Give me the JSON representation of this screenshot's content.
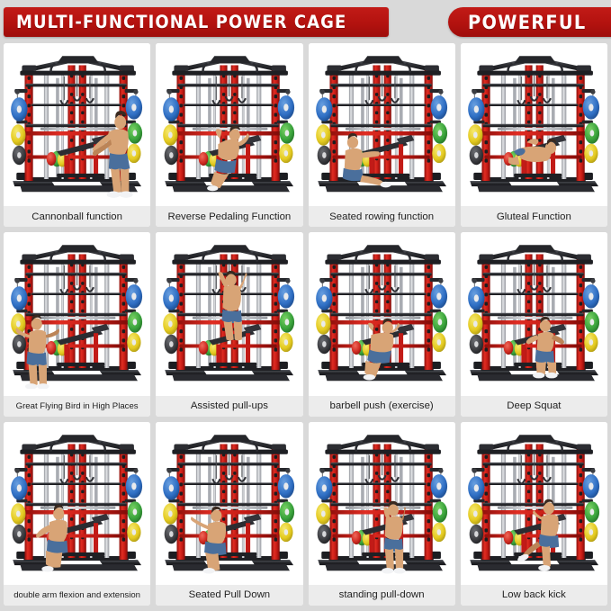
{
  "header": {
    "left_banner": "MULTI-FUNCTIONAL POWER CAGE",
    "right_banner": "POWERFUL",
    "accent_color": "#b3120f",
    "page_background": "#d9d9d9"
  },
  "palette": {
    "frame_red": "#d8241d",
    "frame_dark_red": "#a8130f",
    "frame_black": "#2f3034",
    "frame_gray": "#8d9096",
    "steel": "#b9bcc2",
    "plate_blue": "#2f6fc4",
    "plate_green": "#37a martial",
    "plate_green_hex": "#3aa33c",
    "plate_yellow": "#e8cf22",
    "plate_black": "#3a3a3c",
    "bench_black": "#303036",
    "skin": "#d9a477",
    "shorts_blue": "#4a6f9c",
    "caption_bg": "#ececec",
    "card_bg": "#ffffff"
  },
  "grid": {
    "columns": 4,
    "rows": 3,
    "cells": [
      {
        "id": "cell-1",
        "caption": "Cannonball function",
        "caption_size": "md",
        "pose": "standing-row",
        "plate_side": "left"
      },
      {
        "id": "cell-2",
        "caption": "Reverse Pedaling Function",
        "caption_size": "md",
        "pose": "bench-recline",
        "plate_side": "both"
      },
      {
        "id": "cell-3",
        "caption": "Seated rowing function",
        "caption_size": "md",
        "pose": "floor-seated",
        "plate_side": "right"
      },
      {
        "id": "cell-4",
        "caption": "Gluteal Function",
        "caption_size": "md",
        "pose": "lying-press",
        "plate_side": "center"
      },
      {
        "id": "cell-5",
        "caption": "Great Flying Bird in High Places",
        "caption_size": "sm",
        "pose": "cable-fly",
        "plate_side": "right"
      },
      {
        "id": "cell-6",
        "caption": "Assisted pull-ups",
        "caption_size": "md",
        "pose": "pull-up",
        "plate_side": "left"
      },
      {
        "id": "cell-7",
        "caption": "barbell push  (exercise)",
        "caption_size": "md",
        "pose": "bench-press",
        "plate_side": "right"
      },
      {
        "id": "cell-8",
        "caption": "Deep Squat",
        "caption_size": "md",
        "pose": "squat",
        "plate_side": "right"
      },
      {
        "id": "cell-9",
        "caption": "double arm flexion and extension",
        "caption_size": "sm",
        "pose": "seated-curl",
        "plate_side": "right"
      },
      {
        "id": "cell-10",
        "caption": "Seated Pull Down",
        "caption_size": "md",
        "pose": "seated-pulldown",
        "plate_side": "right"
      },
      {
        "id": "cell-11",
        "caption": "standing pull-down",
        "caption_size": "md",
        "pose": "standing-pulldown",
        "plate_side": "right"
      },
      {
        "id": "cell-12",
        "caption": "Low back kick",
        "caption_size": "md",
        "pose": "back-kick",
        "plate_side": "right"
      }
    ]
  }
}
